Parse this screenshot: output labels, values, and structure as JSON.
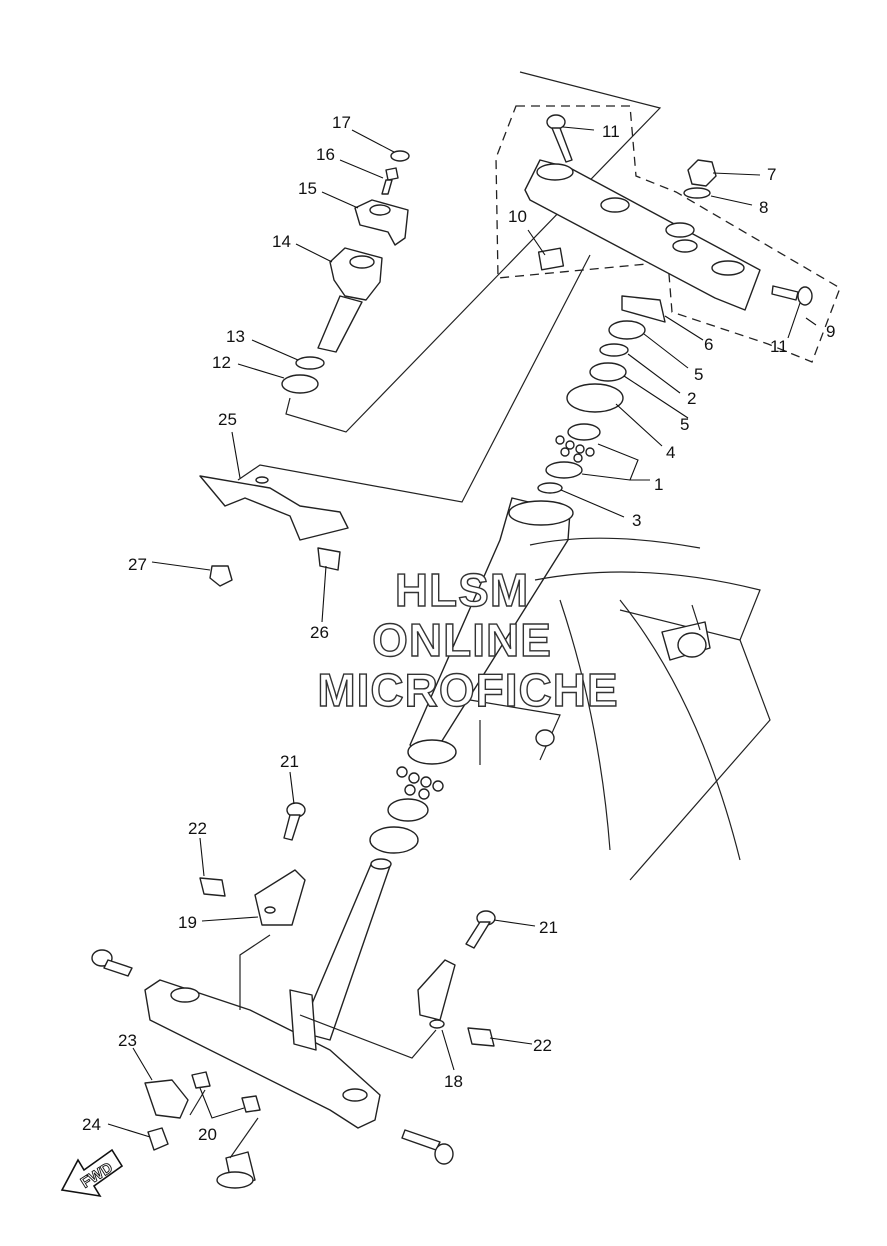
{
  "watermark": {
    "line1": "HLSM",
    "line2": "ONLINE",
    "line3": "MICROFICHE"
  },
  "fwd_label": "FWD",
  "callouts": {
    "c1": "1",
    "c2": "2",
    "c3": "3",
    "c4": "4",
    "c5a": "5",
    "c5b": "5",
    "c6": "6",
    "c7": "7",
    "c8": "8",
    "c9": "9",
    "c10": "10",
    "c11a": "11",
    "c11b": "11",
    "c12": "12",
    "c13": "13",
    "c14": "14",
    "c15": "15",
    "c16": "16",
    "c17": "17",
    "c18": "18",
    "c19": "19",
    "c20": "20",
    "c21a": "21",
    "c21b": "21",
    "c22a": "22",
    "c22b": "22",
    "c23": "23",
    "c24": "24",
    "c25": "25",
    "c26": "26",
    "c27": "27"
  }
}
